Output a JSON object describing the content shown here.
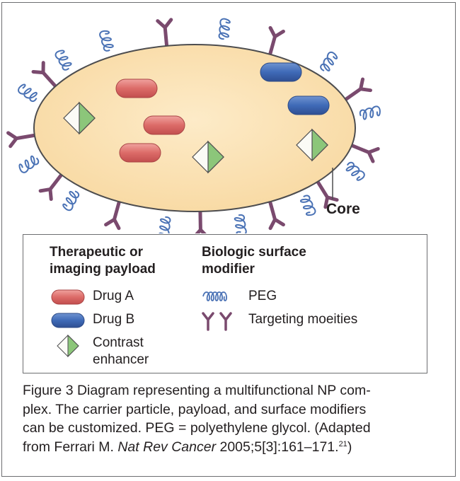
{
  "diagram": {
    "core_label": "Core"
  },
  "legend": {
    "payload_heading_line1": "Therapeutic or",
    "payload_heading_line2": "imaging payload",
    "modifier_heading_line1": "Biologic surface",
    "modifier_heading_line2": "modifier",
    "drug_a": "Drug A",
    "drug_b": "Drug B",
    "contrast_line1": "Contrast",
    "contrast_line2": "enhancer",
    "peg": "PEG",
    "targeting": "Targeting moeities"
  },
  "caption": {
    "line1": "Figure 3  Diagram representing a multifunctional NP com-",
    "line2": "plex. The carrier particle, payload, and surface modifiers",
    "line3": "can be customized. PEG = polyethylene glycol. (Adapted",
    "line4_prefix": "from Ferrari M. ",
    "journal": "Nat Rev Cancer",
    "citation": " 2005;5[3]:161–171.",
    "ref": "21",
    "line4_suffix": ")"
  },
  "colors": {
    "core_fill": "#fbe2b4",
    "core_stroke": "#4d4d4f",
    "drug_a": "#dc6b68",
    "drug_b": "#3f6ab7",
    "contrast": "#8cc67a",
    "peg": "#4a72b5",
    "targeting": "#7a4a6e"
  }
}
